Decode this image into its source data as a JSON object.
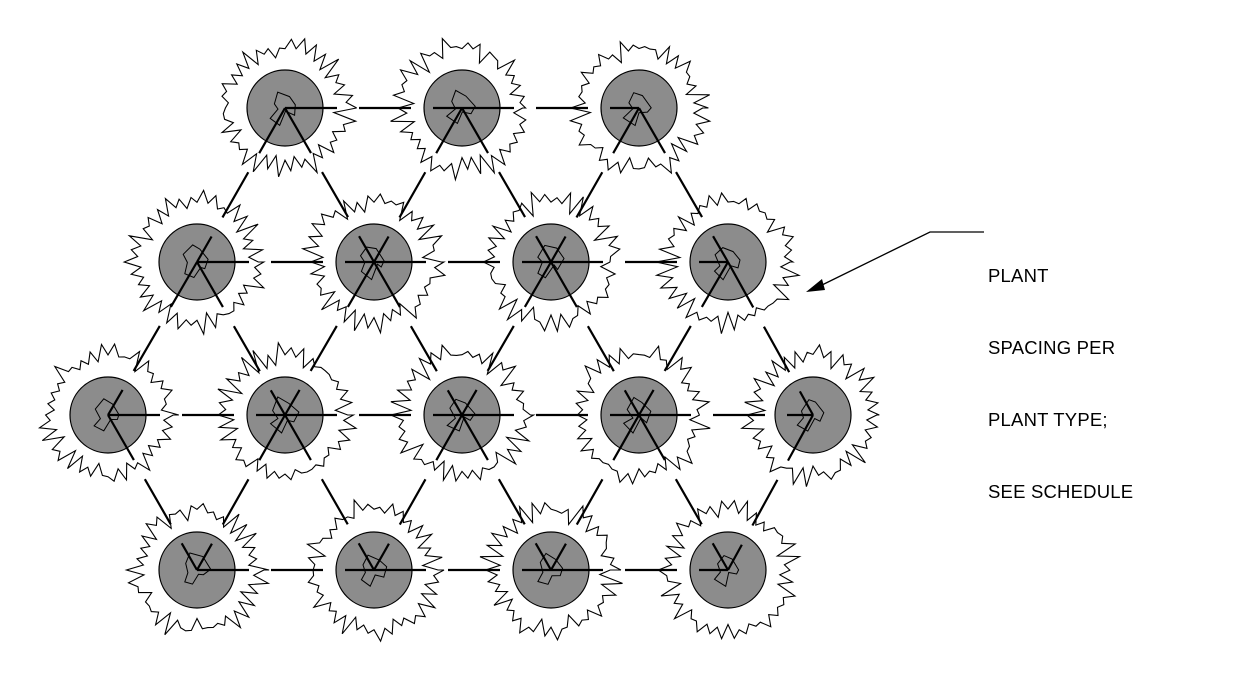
{
  "callout": {
    "lines": [
      "PLANT",
      "SPACING PER",
      "PLANT TYPE;",
      "SEE SCHEDULE"
    ]
  },
  "colors": {
    "trunk_fill": "#8c8c8c",
    "line": "#000000",
    "background": "#ffffff"
  },
  "plants": {
    "rows": [
      3,
      4,
      5,
      4
    ],
    "arrangement": "triangular spacing"
  }
}
